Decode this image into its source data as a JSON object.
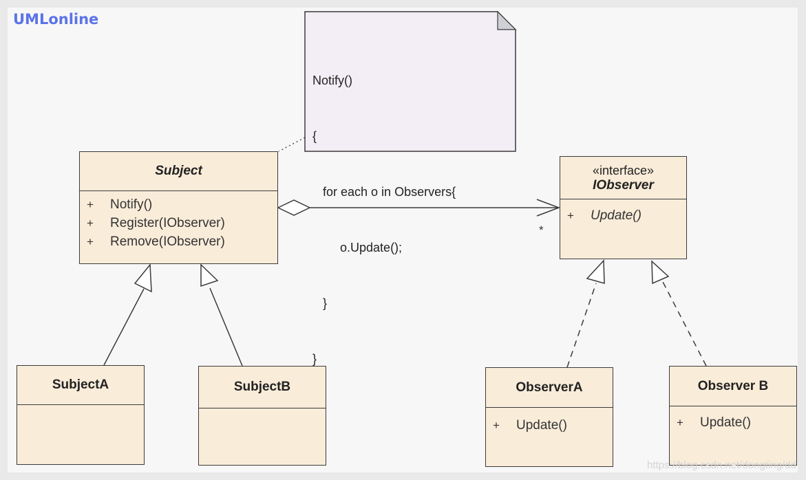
{
  "logo": "UMLonline",
  "note": {
    "lines": [
      "Notify()",
      "{",
      "   for each o in Observers{",
      "        o.Update();",
      "   }",
      "}"
    ]
  },
  "classes": {
    "subject": {
      "name": "Subject",
      "operations": [
        {
          "visibility": "+",
          "label": "Notify()"
        },
        {
          "visibility": "+",
          "label": "Register(IObserver)"
        },
        {
          "visibility": "+",
          "label": "Remove(IObserver)"
        }
      ]
    },
    "iobserver": {
      "stereotype": "«interface»",
      "name": "IObserver",
      "operations": [
        {
          "visibility": "+",
          "label": "Update()"
        }
      ]
    },
    "subject_a": {
      "name": "SubjectA"
    },
    "subject_b": {
      "name": "SubjectB"
    },
    "observer_a": {
      "name": "ObserverA",
      "operations": [
        {
          "visibility": "+",
          "label": "Update()"
        }
      ]
    },
    "observer_b": {
      "name": "Observer B",
      "operations": [
        {
          "visibility": "+",
          "label": "Update()"
        }
      ]
    }
  },
  "association": {
    "multiplicity": "*"
  },
  "watermark": "https://blog.csdn.net/dongting/dd",
  "colors": {
    "class_fill": "#f9ecd9",
    "note_fill": "#f3eef6",
    "logo": "#5b73e8"
  }
}
